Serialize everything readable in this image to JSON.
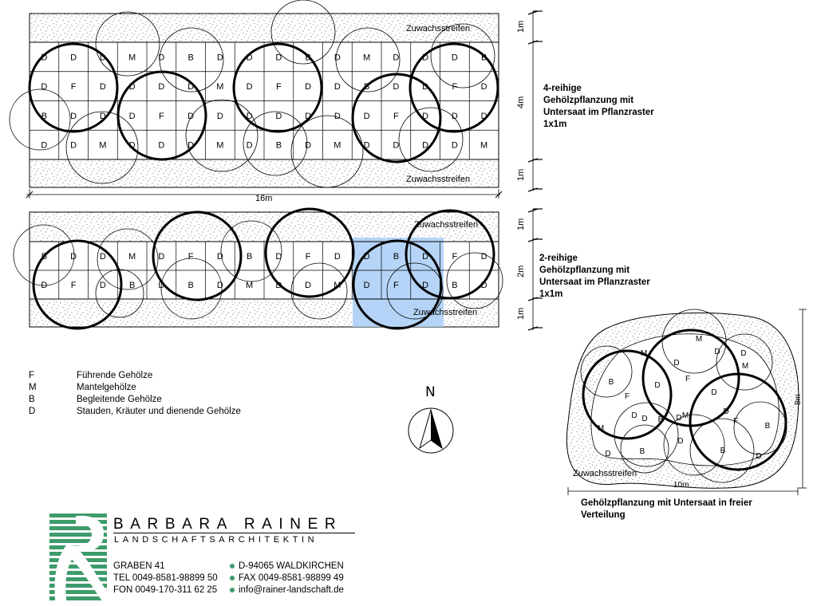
{
  "colors": {
    "line": "#000000",
    "highlight": "#a8cdf6",
    "logo_green": "#3e9b6b"
  },
  "panels": {
    "four_row": {
      "caption": [
        "4-reihige",
        "Gehölzpflanzung mit",
        "Untersaat im Pflanzraster",
        "1x1m"
      ],
      "strip_top_label": "Zuwachsstreifen",
      "strip_bottom_label": "Zuwachsstreifen",
      "dim_top": "1m",
      "dim_middle": "4m",
      "dim_bottom": "1m",
      "length_label": "16m",
      "grid": [
        [
          "D",
          "D",
          "D",
          "M",
          "D",
          "B",
          "D",
          "D",
          "D",
          "B",
          "D",
          "M",
          "D",
          "D",
          "D",
          "B"
        ],
        [
          "D",
          "F",
          "D",
          "D",
          "D",
          "D",
          "M",
          "D",
          "F",
          "D",
          "D",
          "B",
          "D",
          "D",
          "F",
          "D"
        ],
        [
          "B",
          "D",
          "D",
          "D",
          "F",
          "D",
          "D",
          "D",
          "D",
          "D",
          "D",
          "D",
          "F",
          "D",
          "D",
          "D"
        ],
        [
          "D",
          "D",
          "M",
          "D",
          "D",
          "D",
          "M",
          "D",
          "B",
          "D",
          "M",
          "D",
          "D",
          "D",
          "D",
          "M"
        ]
      ]
    },
    "two_row": {
      "caption": [
        "2-reihige",
        "Gehölzpflanzung mit",
        "Untersaat im Pflanzraster",
        "1x1m"
      ],
      "strip_top_label": "Zuwachsstreifen",
      "strip_bottom_label": "Zuwachsstreifen",
      "dim_top": "1m",
      "dim_middle": "2m",
      "dim_bottom": "1m",
      "grid": [
        [
          "B",
          "D",
          "D",
          "M",
          "D",
          "F",
          "D",
          "B",
          "D",
          "F",
          "D",
          "D",
          "B",
          "D",
          "F",
          "D"
        ],
        [
          "D",
          "F",
          "D",
          "B",
          "D",
          "B",
          "D",
          "M",
          "D",
          "D",
          "M",
          "D",
          "F",
          "D",
          "B",
          "D"
        ]
      ]
    },
    "free": {
      "caption": [
        "Gehölzpflanzung mit Untersaat in freier",
        "Verteilung"
      ],
      "strip_label": "Zuwachsstreifen",
      "width_label": "10m",
      "height_label": "8m",
      "letters": [
        {
          "t": "M"
        },
        {
          "t": "M"
        },
        {
          "t": "D"
        },
        {
          "t": "D"
        },
        {
          "t": "M"
        },
        {
          "t": "D"
        },
        {
          "t": "F"
        },
        {
          "t": "B"
        },
        {
          "t": "F"
        },
        {
          "t": "D"
        },
        {
          "t": "D"
        },
        {
          "t": "D"
        },
        {
          "t": "B"
        },
        {
          "t": "D"
        },
        {
          "t": "M"
        },
        {
          "t": "D"
        },
        {
          "t": "M"
        },
        {
          "t": "D"
        },
        {
          "t": "F"
        },
        {
          "t": "B"
        },
        {
          "t": "D"
        },
        {
          "t": "B"
        },
        {
          "t": "D"
        },
        {
          "t": "B"
        },
        {
          "t": "D"
        }
      ]
    }
  },
  "legend": [
    {
      "key": "F",
      "label": "Führende Gehölze"
    },
    {
      "key": "M",
      "label": "Mantelgehölze"
    },
    {
      "key": "B",
      "label": "Begleitende Gehölze"
    },
    {
      "key": "D",
      "label": "Stauden, Kräuter und dienende Gehölze"
    }
  ],
  "north_label": "N",
  "firm": {
    "name": "BARBARA RAINER",
    "subtitle": "LANDSCHAFTSARCHITEKTIN",
    "address": "GRABEN 41",
    "city": "D-94065 WALDKIRCHEN",
    "tel": "TEL 0049-8581-98899 50",
    "fax": "FAX 0049-8581-98899 49",
    "mobile": "FON 0049-170-311 62 25",
    "email": "info@rainer-landschaft.de"
  }
}
